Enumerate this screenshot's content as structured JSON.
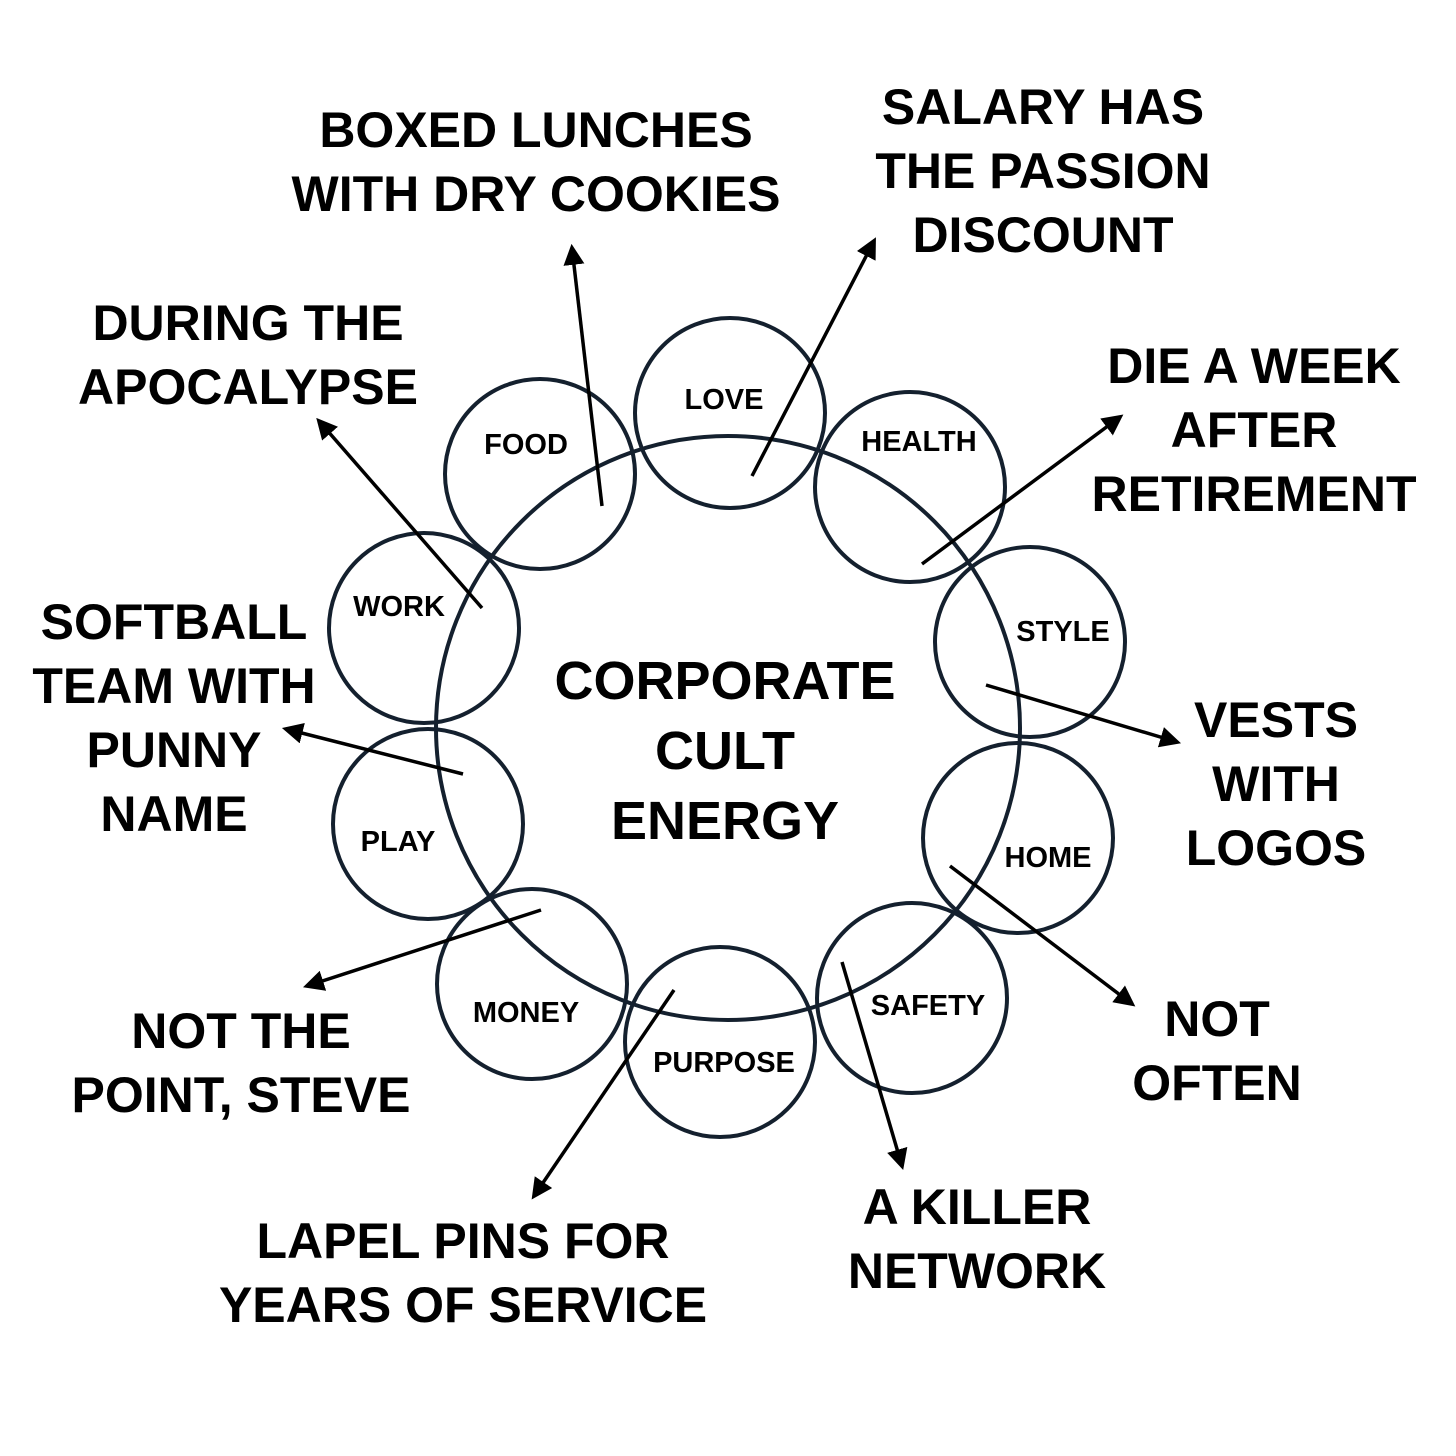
{
  "center": {
    "lines": [
      "CORPORATE",
      "CULT",
      "ENERGY"
    ]
  },
  "nodes": [
    {
      "id": "love",
      "label": "LOVE"
    },
    {
      "id": "health",
      "label": "HEALTH"
    },
    {
      "id": "style",
      "label": "STYLE"
    },
    {
      "id": "home",
      "label": "HOME"
    },
    {
      "id": "safety",
      "label": "SAFETY"
    },
    {
      "id": "purpose",
      "label": "PURPOSE"
    },
    {
      "id": "money",
      "label": "MONEY"
    },
    {
      "id": "play",
      "label": "PLAY"
    },
    {
      "id": "work",
      "label": "WORK"
    },
    {
      "id": "food",
      "label": "FOOD"
    }
  ],
  "callouts": [
    {
      "id": "boxed-lunches",
      "target": "food",
      "lines": [
        "BOXED LUNCHES",
        "WITH DRY COOKIES"
      ]
    },
    {
      "id": "salary",
      "target": "love",
      "lines": [
        "SALARY HAS",
        "THE PASSION",
        "DISCOUNT"
      ]
    },
    {
      "id": "die-a-week",
      "target": "health",
      "lines": [
        "DIE A WEEK",
        "AFTER",
        "RETIREMENT"
      ]
    },
    {
      "id": "vests",
      "target": "style",
      "lines": [
        "VESTS",
        "WITH",
        "LOGOS"
      ]
    },
    {
      "id": "not-often",
      "target": "home",
      "lines": [
        "NOT",
        "OFTEN"
      ]
    },
    {
      "id": "killer-network",
      "target": "safety",
      "lines": [
        "A KILLER",
        "NETWORK"
      ]
    },
    {
      "id": "lapel-pins",
      "target": "purpose",
      "lines": [
        "LAPEL PINS FOR",
        "YEARS OF SERVICE"
      ]
    },
    {
      "id": "not-the-point",
      "target": "money",
      "lines": [
        "NOT THE",
        "POINT, STEVE"
      ]
    },
    {
      "id": "softball",
      "target": "play",
      "lines": [
        "SOFTBALL",
        "TEAM WITH",
        "PUNNY",
        "NAME"
      ]
    },
    {
      "id": "apocalypse",
      "target": "work",
      "lines": [
        "DURING THE",
        "APOCALYPSE"
      ]
    }
  ],
  "colors": {
    "stroke": "#14202e",
    "text": "#000000",
    "background": "#ffffff"
  }
}
